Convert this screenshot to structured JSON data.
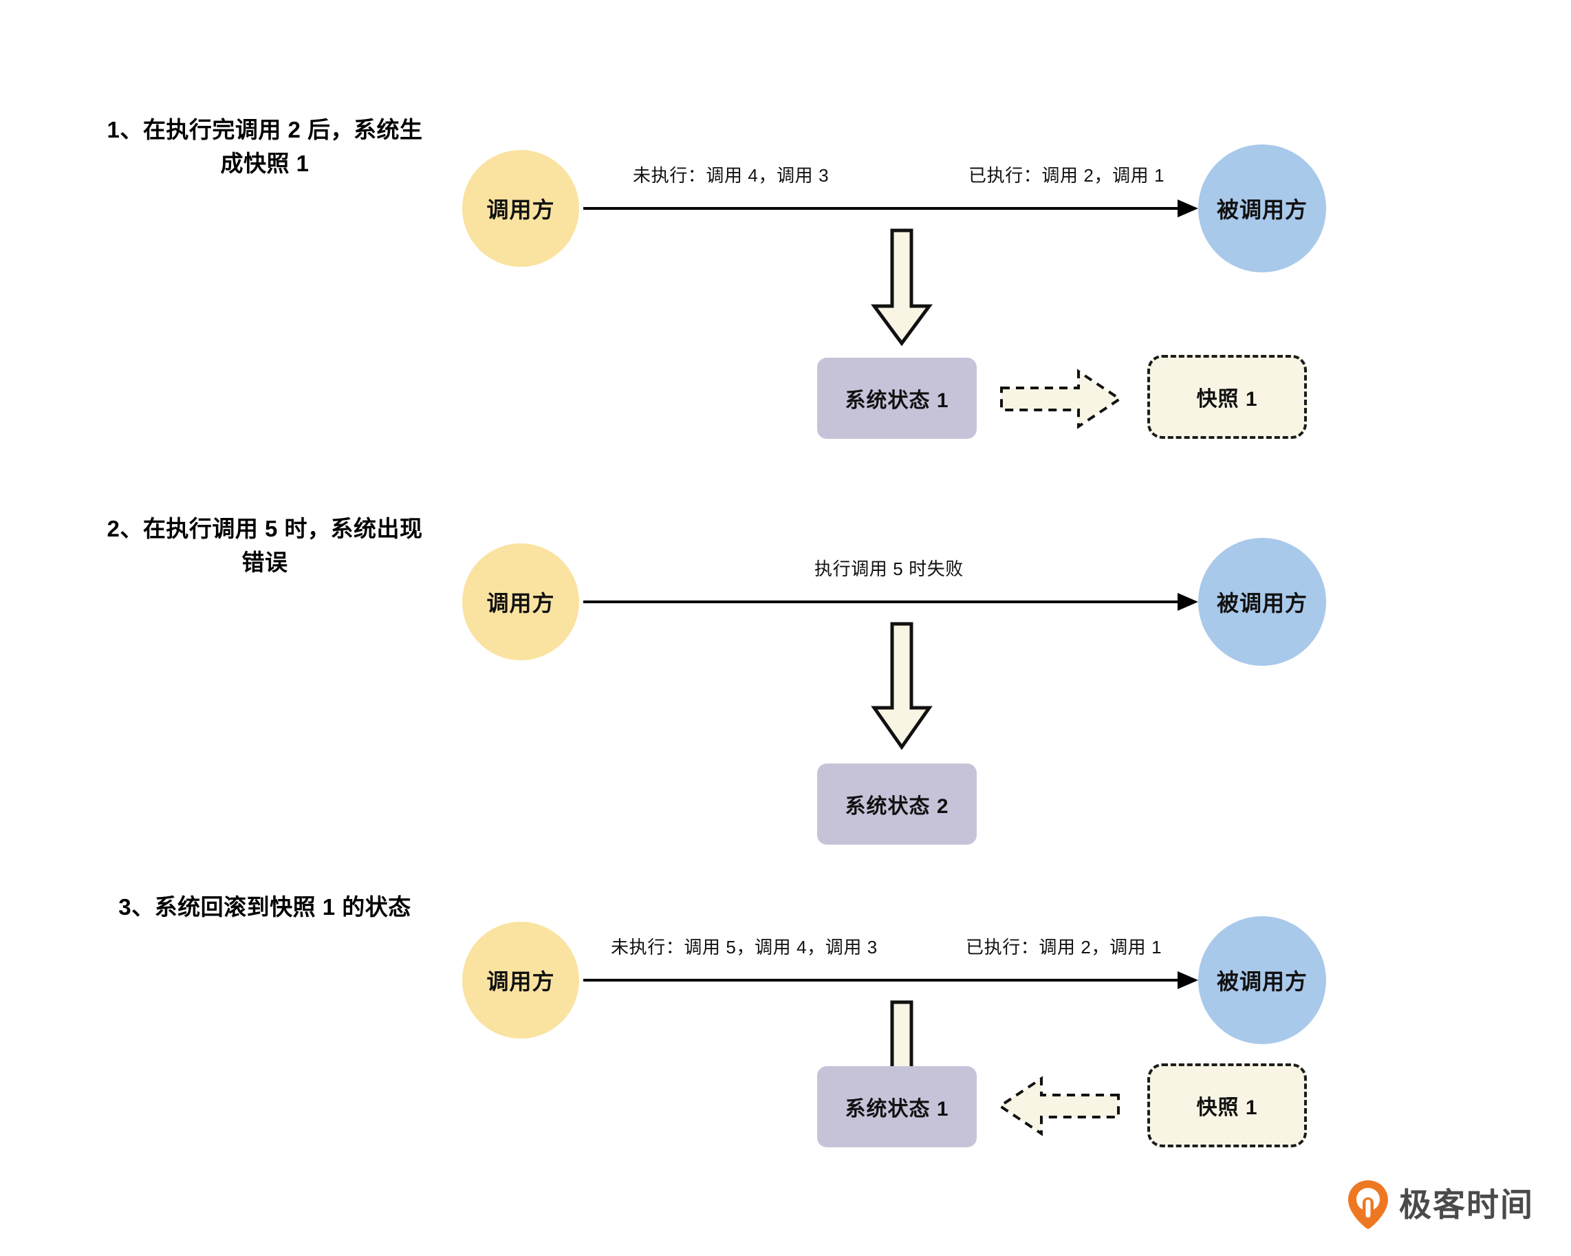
{
  "page": {
    "title": "系统快照与回滚示意图",
    "background": "#ffffff"
  },
  "colors": {
    "caller_circle": "#FAE3A0",
    "callee_circle": "#A9C9EA",
    "state_box": "#C6C3D9",
    "snapshot_box": "#F8F5E4",
    "block_arrow_fill": "#F8F5E4",
    "stroke": "#000000",
    "logo_orange": "#EE7822",
    "logo_text": "#4a4a4a"
  },
  "nodes": {
    "caller": "调用方",
    "callee": "被调用方"
  },
  "sections": [
    {
      "id": "step-1",
      "caption": "1、在执行完调用 2 后，系统生成快照 1",
      "arrow_labels": {
        "left": "未执行：调用 4，调用 3",
        "right": "已执行：调用 2，调用 1"
      },
      "state_box": "系统状态 1",
      "snapshot_box": "快照 1",
      "dashed_arrow_direction": "right"
    },
    {
      "id": "step-2",
      "caption": "2、在执行调用 5 时，系统出现错误",
      "arrow_labels": {
        "middle": "执行调用 5 时失败"
      },
      "state_box": "系统状态 2",
      "snapshot_box": null,
      "dashed_arrow_direction": null
    },
    {
      "id": "step-3",
      "caption": "3、系统回滚到快照 1 的状态",
      "arrow_labels": {
        "left": "未执行：调用 5，调用 4，调用 3",
        "right": "已执行：调用 2，调用 1"
      },
      "state_box": "系统状态 1",
      "snapshot_box": "快照 1",
      "dashed_arrow_direction": "left"
    }
  ],
  "logo": {
    "text": "极客时间",
    "mark": "geekbang-logo-icon"
  }
}
